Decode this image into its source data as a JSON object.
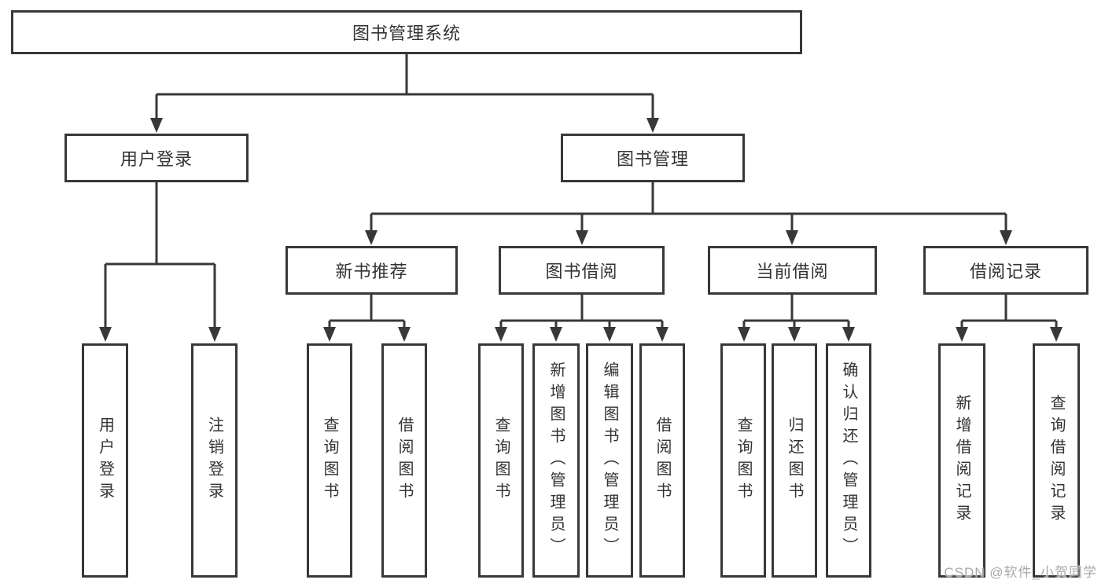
{
  "tree": {
    "root": {
      "label": "图书管理系统",
      "children": [
        {
          "label": "用户登录",
          "children": [
            {
              "label": "用户登录"
            },
            {
              "label": "注销登录"
            }
          ]
        },
        {
          "label": "图书管理",
          "children": [
            {
              "label": "新书推荐",
              "children": [
                {
                  "label": "查询图书"
                },
                {
                  "label": "借阅图书"
                }
              ]
            },
            {
              "label": "图书借阅",
              "children": [
                {
                  "label": "查询图书"
                },
                {
                  "label": "新增图书（管理员）"
                },
                {
                  "label": "编辑图书（管理员）"
                },
                {
                  "label": "借阅图书"
                }
              ]
            },
            {
              "label": "当前借阅",
              "children": [
                {
                  "label": "查询图书"
                },
                {
                  "label": "归还图书"
                },
                {
                  "label": "确认归还（管理员）"
                }
              ]
            },
            {
              "label": "借阅记录",
              "children": [
                {
                  "label": "新增借阅记录"
                },
                {
                  "label": "查询借阅记录"
                }
              ]
            }
          ]
        }
      ]
    }
  },
  "watermark": "CSDN @软件_小贺同学",
  "colors": {
    "line": "#383838",
    "border": "#383838",
    "text": "#333333",
    "background": "#ffffff",
    "watermark_text": "#a9a9a9"
  }
}
